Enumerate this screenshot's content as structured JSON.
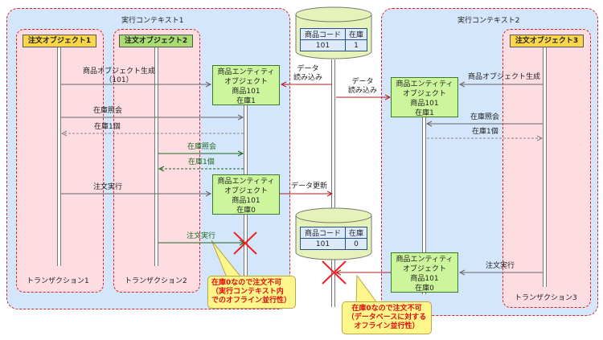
{
  "contexts": [
    {
      "title": "実行コンテキスト1"
    },
    {
      "title": "実行コンテキスト2"
    }
  ],
  "transactions": [
    {
      "label": "トランザクション1"
    },
    {
      "label": "トランザクション2"
    },
    {
      "label": "トランザクション3"
    }
  ],
  "order_objects": [
    {
      "label": "注文オブジェクト1",
      "color": "#fbd54a"
    },
    {
      "label": "注文オブジェクト2",
      "color": "#a9dd72"
    },
    {
      "label": "注文オブジェクト3",
      "color": "#fbd54a"
    }
  ],
  "database_top": {
    "headers": [
      "商品コード",
      "在庫"
    ],
    "row": [
      "101",
      "1"
    ]
  },
  "database_bottom": {
    "headers": [
      "商品コード",
      "在庫"
    ],
    "row": [
      "101",
      "0"
    ]
  },
  "entities": {
    "ctx1_stock1": {
      "line1": "商品エンティティ",
      "line2": "オブジェクト",
      "line3": "商品101",
      "line4": "在庫1"
    },
    "ctx1_stock0": {
      "line1": "商品エンティティ",
      "line2": "オブジェクト",
      "line3": "商品101",
      "line4": "在庫0"
    },
    "ctx2_stock1": {
      "line1": "商品エンティティ",
      "line2": "オブジェクト",
      "line3": "商品101",
      "line4": "在庫1"
    },
    "ctx2_stock0": {
      "line1": "商品エンティティ",
      "line2": "オブジェクト",
      "line3": "商品101",
      "line4": "在庫0"
    }
  },
  "messages": {
    "create_product_101_line1": "商品オブジェクト生成",
    "create_product_101_line2": "（101）",
    "stock_query_1": "在庫照会",
    "stock_reply_1": "在庫1個",
    "stock_query_2": "在庫照会",
    "stock_reply_2": "在庫1個",
    "order_exec_1": "注文実行",
    "order_exec_2": "注文実行",
    "data_read_1_line1": "データ",
    "data_read_1_line2": "読み込み",
    "data_read_2_line1": "データ",
    "data_read_2_line2": "読み込み",
    "data_update": "データ更新",
    "create_product_3": "商品オブジェクト生成",
    "stock_query_3": "在庫照会",
    "stock_reply_3": "在庫1個",
    "order_exec_3": "注文実行"
  },
  "notes": {
    "context_conflict": {
      "line1": "在庫0なので注文不可",
      "line2": "（実行コンテキスト内",
      "line3": "でのオフライン並行性）"
    },
    "database_conflict": {
      "line1": "在庫0なので注文不可",
      "line2": "（データベースに対する",
      "line3": "オフライン並行性）"
    }
  },
  "colors": {
    "context_bg": "#d3e6fb",
    "transaction_bg": "#fddde2",
    "boundary": "#e02020",
    "entity_bg": "#ccf59c",
    "db_bg": "#e6f3b8",
    "note_bg": "#fdf68a",
    "note_text": "#e01010",
    "green_msg": "#1d6a1d",
    "red_msg": "#b02020"
  }
}
